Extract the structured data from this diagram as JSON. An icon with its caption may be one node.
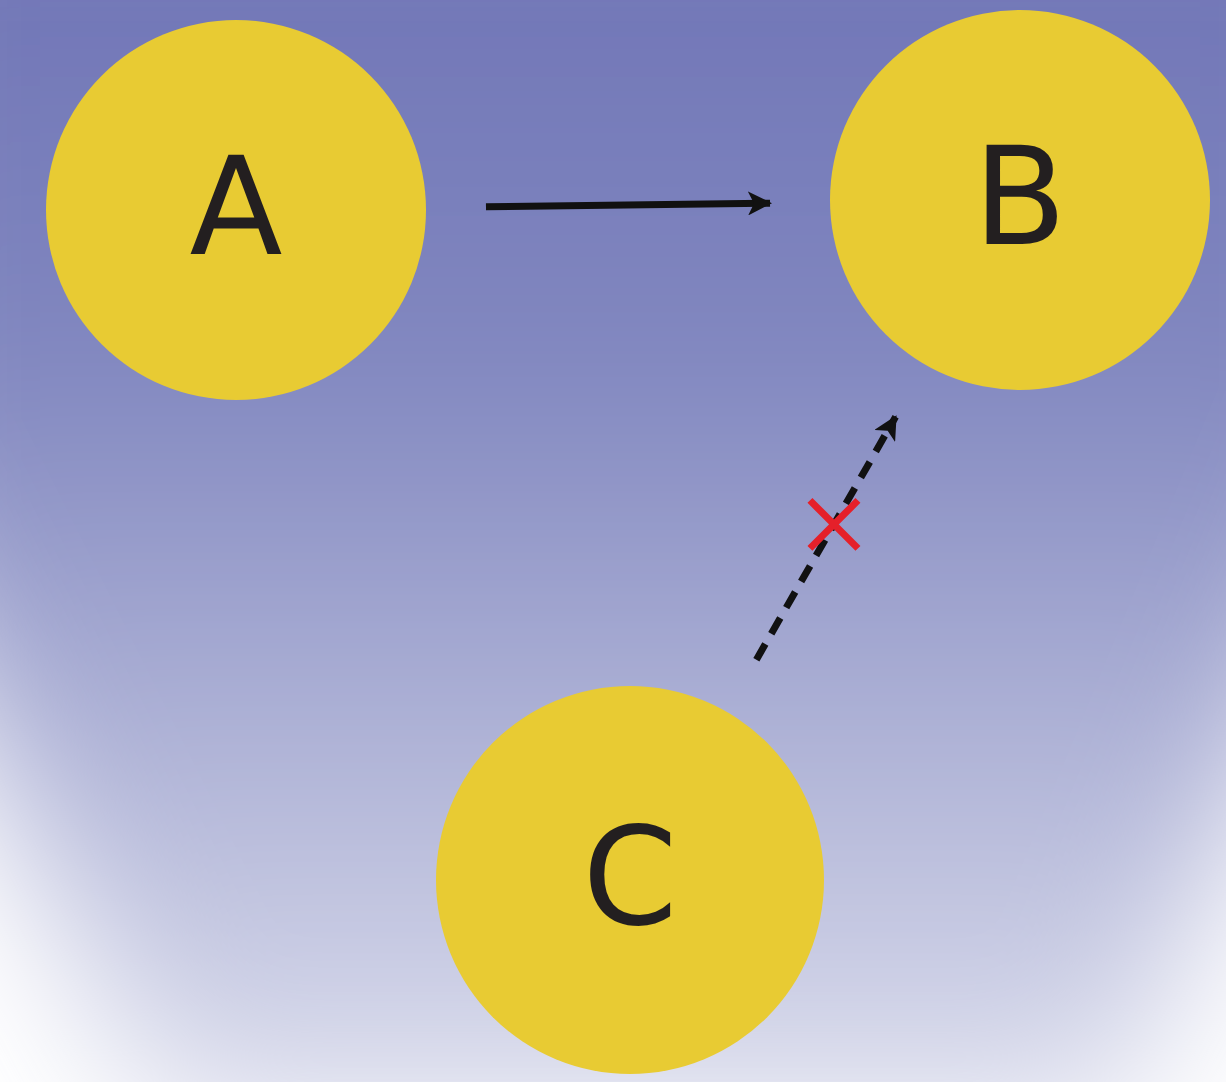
{
  "diagram": {
    "nodes": [
      {
        "text": [
          "A"
        ]
      },
      {
        "text": [
          "B"
        ]
      },
      {
        "text": [
          "C"
        ]
      }
    ],
    "edges": [
      {
        "from": 0,
        "to": 1,
        "arrow": "to"
      },
      {
        "from": 2,
        "to": 1,
        "arrow": "to",
        "style": "dashed"
      }
    ]
  }
}
